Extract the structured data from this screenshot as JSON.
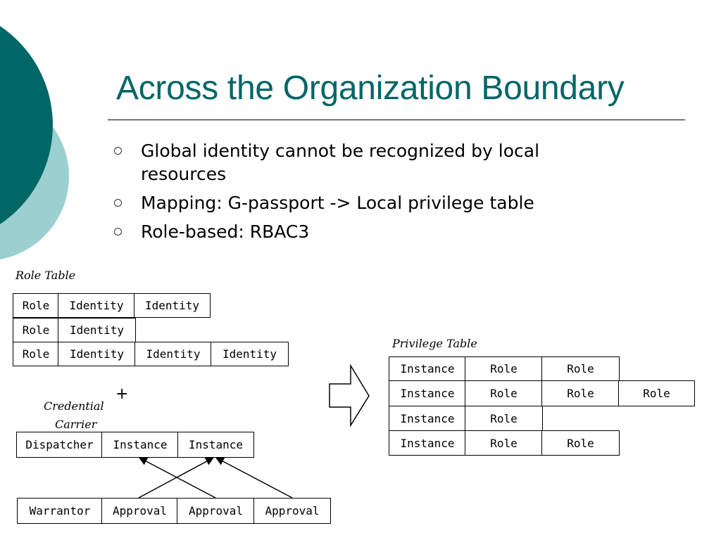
{
  "slide": {
    "title": "Across the Organization Boundary",
    "bullets": [
      "Global identity cannot be recognized by local resources",
      "Mapping: G-passport -> Local privilege table",
      "Role-based: RBAC3"
    ],
    "colors": {
      "accent_dark": "#006666",
      "accent_light": "#9ccfcf"
    }
  },
  "diagram": {
    "role_table": {
      "label": "Role Table",
      "rows": [
        [
          "Role",
          "Identity",
          "Identity"
        ],
        [
          "Role",
          "Identity"
        ],
        [
          "Role",
          "Identity",
          "Identity",
          "Identity"
        ]
      ]
    },
    "credential_carrier": {
      "plus": "+",
      "label_line1": "Credential",
      "label_line2": "Carrier",
      "top_row": [
        "Dispatcher",
        "Instance",
        "Instance"
      ],
      "bottom_row": [
        "Warrantor",
        "Approval",
        "Approval",
        "Approval"
      ]
    },
    "privilege_table": {
      "label": "Privilege Table",
      "rows": [
        [
          "Instance",
          "Role",
          "Role"
        ],
        [
          "Instance",
          "Role",
          "Role",
          "Role"
        ],
        [
          "Instance",
          "Role"
        ],
        [
          "Instance",
          "Role",
          "Role"
        ]
      ]
    }
  }
}
